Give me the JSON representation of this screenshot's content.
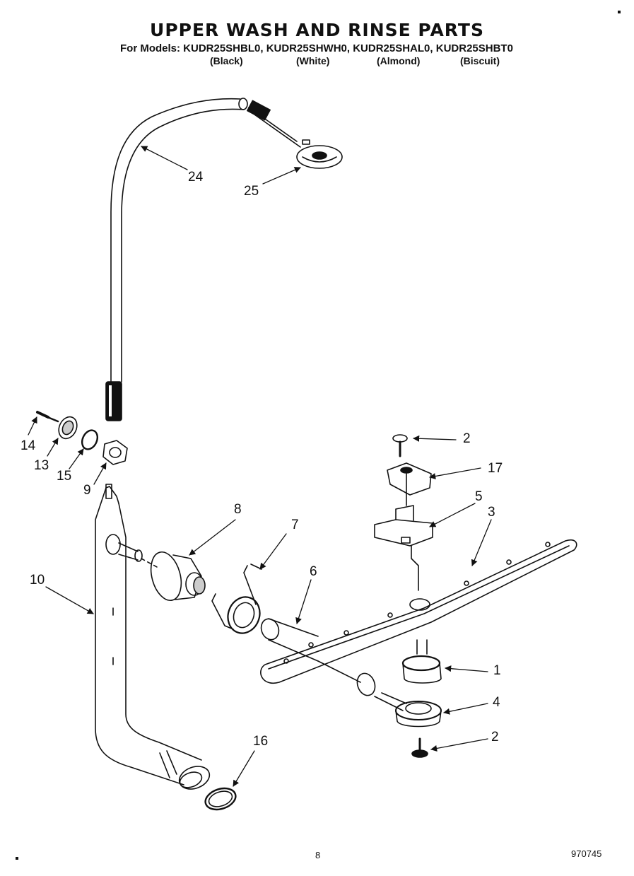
{
  "title": "UPPER WASH AND RINSE PARTS",
  "models_line": "For Models: KUDR25SHBL0, KUDR25SHWH0, KUDR25SHAL0, KUDR25SHBT0",
  "colors": [
    "(Black)",
    "(White)",
    "(Almond)",
    "(Biscuit)"
  ],
  "callouts": [
    "24",
    "25",
    "2",
    "17",
    "14",
    "13",
    "15",
    "9",
    "8",
    "7",
    "5",
    "3",
    "10",
    "6",
    "1",
    "4",
    "2",
    "16"
  ],
  "footer": {
    "page": "8",
    "code": "970745"
  }
}
